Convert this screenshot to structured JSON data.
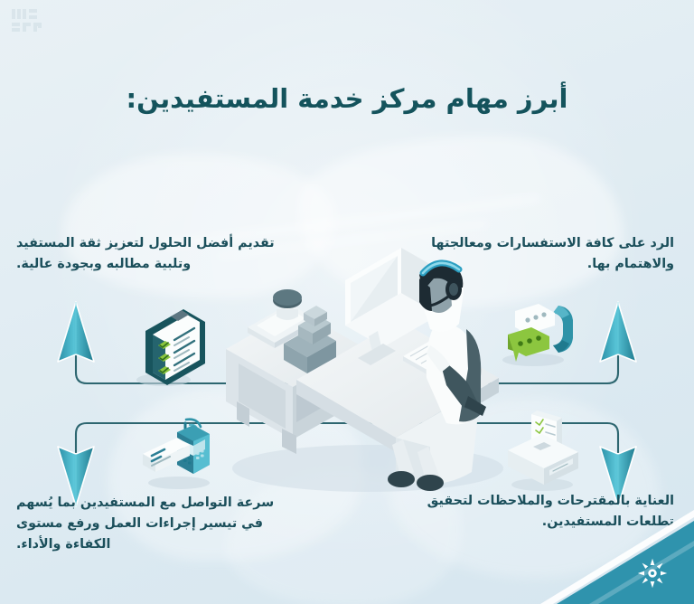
{
  "page": {
    "language": "ar",
    "direction": "rtl",
    "title": "أبرز مهام مركز خدمة المستفيدين:",
    "watermark_label": "واس SPA"
  },
  "colors": {
    "background_top": "#e9f1f5",
    "background_bottom": "#d6e6ef",
    "title_text": "#14535c",
    "body_text": "#1b4f5b",
    "connector_line": "#2d6670",
    "arrow_fill": "#3fa8bd",
    "arrow_fill_dark": "#2f8ea3",
    "accent_green": "#8cc63f",
    "accent_teal": "#2f93a8",
    "ribbon_teal": "#2f93ad",
    "ribbon_white": "#ffffff"
  },
  "items": [
    {
      "id": "inquiries",
      "position": "top-right",
      "text": "الرد على كافة الاستفسارات ومعالجتها والاهتمام بها.",
      "icon": "phone-chat-icon",
      "arrow_direction": "up"
    },
    {
      "id": "best-solutions",
      "position": "top-left",
      "text": "تقديم أفضل الحلول لتعزيز ثقة المستفيد وتلبية مطالبه وبجودة عالية.",
      "icon": "clipboard-checklist-icon",
      "arrow_direction": "up"
    },
    {
      "id": "suggestions",
      "position": "bottom-right",
      "text": "العناية بالمقترحات والملاحظات لتحقيق تطلعات المستفيدين.",
      "icon": "suggestion-box-icon",
      "arrow_direction": "down"
    },
    {
      "id": "fast-communication",
      "position": "bottom-left",
      "text": "سرعة التواصل مع المستفيدين بما يُسهم في تيسير إجراءات العمل ورفع مستوى الكفاءة والأداء.",
      "icon": "mobile-message-icon",
      "arrow_direction": "down"
    }
  ],
  "illustration": {
    "name": "call-center-agent-at-desk",
    "description": "موظف مركز اتصال يرتدي سماعة رأس أمام شاشة حاسوب على مكتب"
  },
  "branding": {
    "ribbon_logo": "sunburst-logo"
  }
}
